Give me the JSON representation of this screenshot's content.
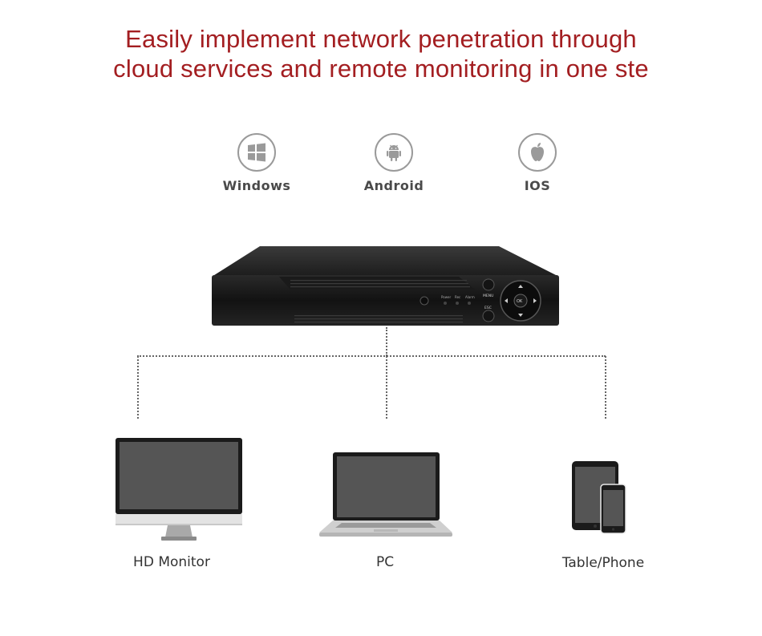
{
  "headline": {
    "line1": "Easily implement network penetration through",
    "line2": "cloud services and remote monitoring in one ste"
  },
  "platforms": [
    {
      "label": "Windows",
      "icon": "windows-icon"
    },
    {
      "label": "Android",
      "icon": "android-icon"
    },
    {
      "label": "IOS",
      "icon": "apple-icon"
    }
  ],
  "dvr": {
    "front_labels": {
      "power": "Power",
      "rec": "Rec",
      "alarm": "Alarm",
      "menu": "MENU",
      "esc": "ESC",
      "ok": "OK"
    }
  },
  "devices": [
    {
      "label": "HD Monitor",
      "icon": "monitor-icon"
    },
    {
      "label": "PC",
      "icon": "laptop-icon"
    },
    {
      "label": "Table/Phone",
      "icon": "tablet-phone-icon"
    }
  ],
  "colors": {
    "accent": "#a31e21",
    "text": "#333333",
    "icon_gray": "#9a9a9a"
  }
}
